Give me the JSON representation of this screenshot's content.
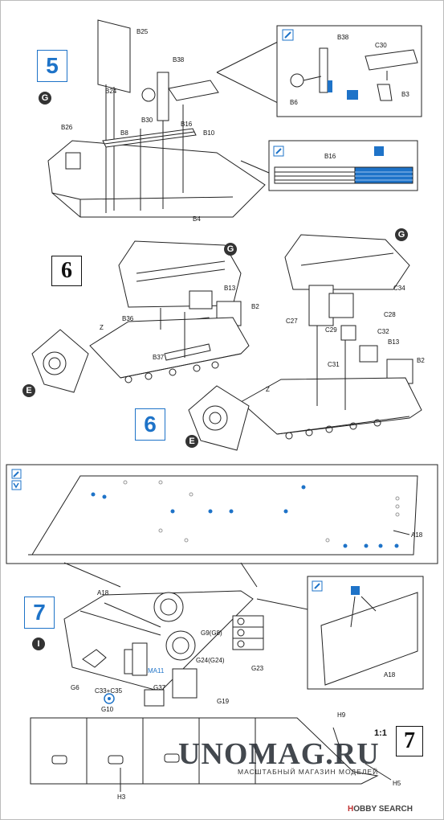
{
  "steps": {
    "step5": "5",
    "step6": "6",
    "step6b": "6",
    "step7": "7",
    "step7b": "7"
  },
  "sprues": {
    "g1": "G",
    "g2": "G",
    "g3": "G",
    "e1": "E",
    "e2": "E",
    "i1": "I"
  },
  "labels": {
    "b25": "B25",
    "b38": "B38",
    "b24": "B24",
    "b30": "B30",
    "b26": "B26",
    "b8": "B8",
    "b16": "B16",
    "b10": "B10",
    "b4": "B4",
    "b38i": "B38",
    "c30": "C30",
    "b6": "B6",
    "b3": "B3",
    "b16i": "B16",
    "b13": "B13",
    "b2": "B2",
    "b36": "B36",
    "z1": "Z",
    "b37": "B37",
    "c34": "C34",
    "c28": "C28",
    "c27": "C27",
    "c29": "C29",
    "c32": "C32",
    "c31": "C31",
    "b13b": "B13",
    "b2b": "B2",
    "z2": "Z",
    "a18a": "A18",
    "a18b": "A18",
    "a18c": "A18",
    "g9": "G9(G8)",
    "g24": "G24(G24)",
    "g23": "G23",
    "ma11": "MA11",
    "g6": "G6",
    "g37": "G37",
    "c33": "C33+C35",
    "g10": "G10",
    "g19": "G19",
    "h9": "H9",
    "h3": "H3",
    "h5": "H5",
    "scale": "1:1"
  },
  "watermark": {
    "brand": "UNOMAG.RU",
    "sub": "МАСШТАБНЫЙ МАГАЗИН МОДЕЛЕЙ",
    "hobby_prefix": "H",
    "hobby_rest": "OBBY SEARCH"
  },
  "colors": {
    "accent": "#1e73c8",
    "ink": "#111111"
  }
}
